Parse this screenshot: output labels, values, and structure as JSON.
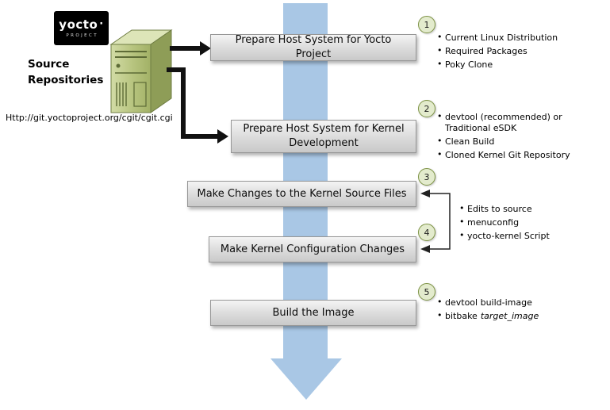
{
  "logo": {
    "brand": "yocto",
    "dot": "·",
    "subtitle": "PROJECT"
  },
  "source": {
    "label": "Source Repositories",
    "url": "Http://git.yoctoproject.org/cgit/cgit.cgi"
  },
  "steps": [
    {
      "number": "1",
      "label": "Prepare Host System for Yocto Project"
    },
    {
      "number": "2",
      "label": "Prepare Host System for Kernel Development"
    },
    {
      "number": "3",
      "label": "Make Changes to the Kernel Source Files"
    },
    {
      "number": "4",
      "label": "Make Kernel Configuration Changes"
    },
    {
      "number": "5",
      "label": "Build the Image"
    }
  ],
  "bullets": {
    "step1": [
      "Current Linux Distribution",
      "Required Packages",
      "Poky Clone"
    ],
    "step2": [
      "devtool (recommended) or Traditional eSDK",
      "Clean Build",
      "Cloned Kernel Git Repository"
    ],
    "steps34": [
      "Edits to source",
      "menuconfig",
      "yocto-kernel Script"
    ],
    "step5_item1": "devtool build-image",
    "step5_item2_prefix": "bitbake",
    "step5_item2_italic": "target_image"
  },
  "colors": {
    "flow_arrow_blue": "#a9c7e5",
    "step_box_gray": "#d9d9d9",
    "badge_fill": "#e3ebcd",
    "badge_border": "#7d9344",
    "server_green": "#b5c487",
    "connector_black": "#111111"
  }
}
